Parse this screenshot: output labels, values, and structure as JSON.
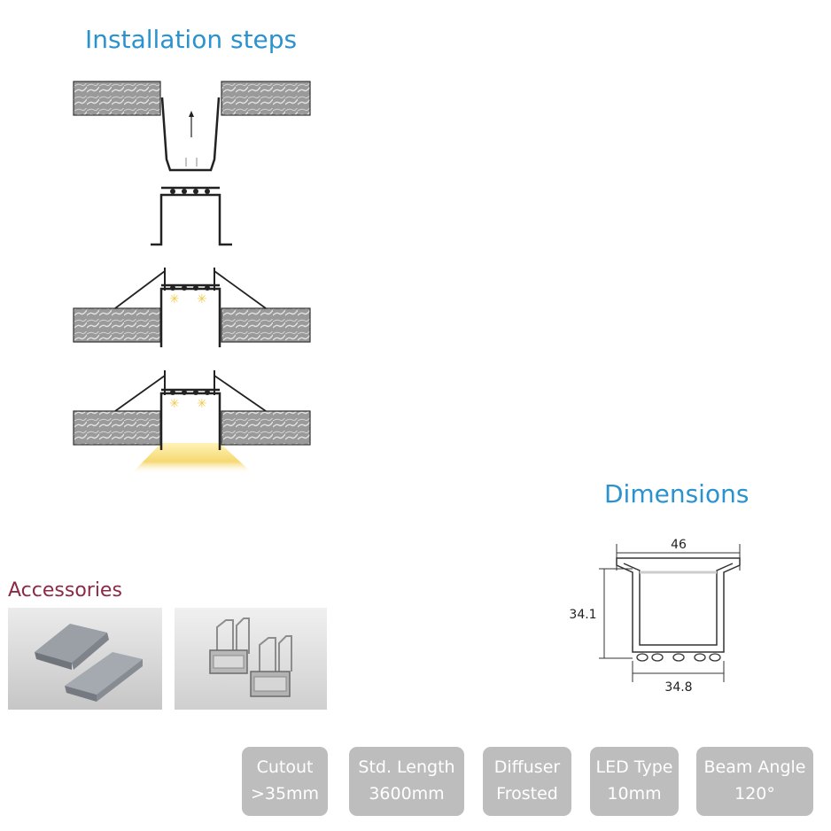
{
  "headings": {
    "installation": "Installation steps",
    "dimensions": "Dimensions",
    "accessories": "Accessories"
  },
  "dimensions": {
    "width_top": "46",
    "height": "34.1",
    "width_bottom": "34.8"
  },
  "specs": [
    {
      "line1": "Cutout",
      "line2": ">35mm"
    },
    {
      "line1": "Std. Length",
      "line2": "3600mm"
    },
    {
      "line1": "Diffuser",
      "line2": "Frosted"
    },
    {
      "line1": "LED Type",
      "line2": "10mm"
    },
    {
      "line1": "Beam Angle",
      "line2": "120°"
    }
  ],
  "colors": {
    "heading_blue": "#2a92cf",
    "accessories_red": "#8c2a45",
    "spec_bg": "#bdbdbd",
    "glow": "#f7df8a"
  }
}
